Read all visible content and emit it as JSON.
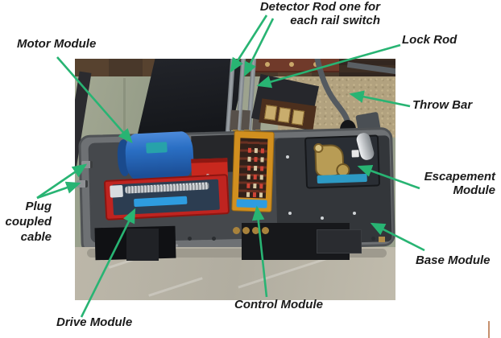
{
  "labels": {
    "detector_rod": {
      "line1": "Detector Rod one for",
      "line2": "each rail switch"
    },
    "lock_rod": "Lock Rod",
    "motor_module": "Motor Module",
    "throw_bar": "Throw Bar",
    "escapement_module": {
      "line1": "Escapement",
      "line2": "Module"
    },
    "plug_coupled_cable": {
      "line1": "Plug",
      "line2": "coupled",
      "line3": "cable"
    },
    "base_module": "Base Module",
    "drive_module": "Drive Module",
    "control_module": "Control Module"
  },
  "colors": {
    "background": "#ffffff",
    "arrow": "#28b473",
    "label_text": "#1b1b1b",
    "accent_line": "#c6906e",
    "motor_blue": "#2a6fc4",
    "drive_red": "#c8281e",
    "control_orange": "#d18f1f",
    "housing_gray": "#6e7174",
    "module_label_blue": "#2e9ce0"
  }
}
